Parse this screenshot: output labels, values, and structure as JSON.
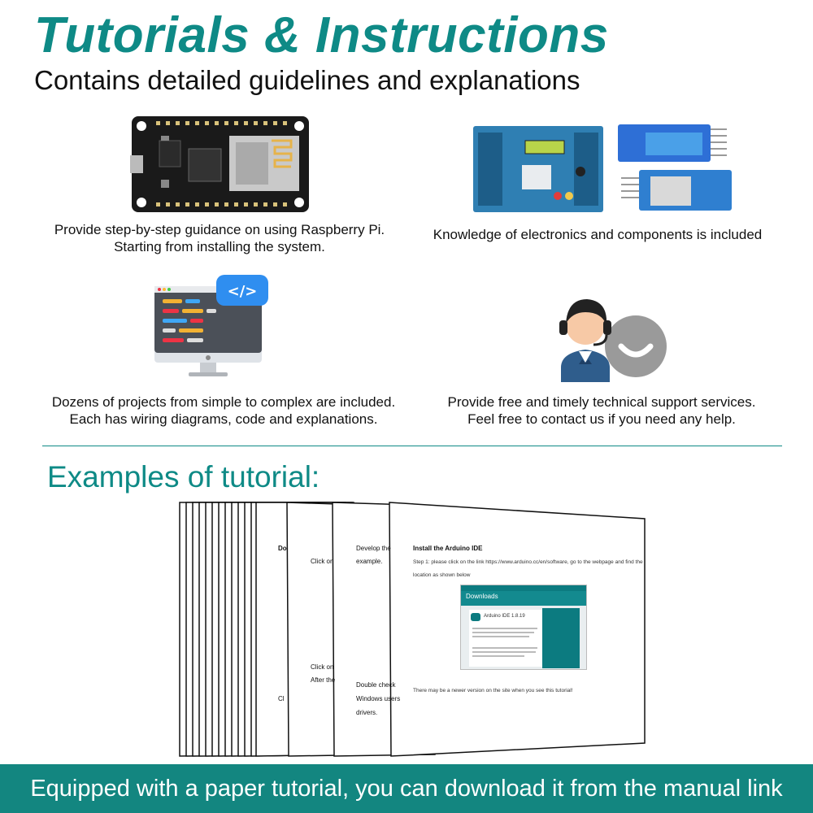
{
  "header": {
    "title": "Tutorials & Instructions",
    "subtitle": "Contains detailed guidelines and explanations"
  },
  "features": [
    {
      "line1": "Provide step-by-step guidance on using Raspberry Pi.",
      "line2": "Starting from installing the system."
    },
    {
      "line1": "Knowledge of electronics and components is included",
      "line2": ""
    },
    {
      "line1": "Dozens of projects from simple to complex are included.",
      "line2": "Each has wiring diagrams, code and explanations."
    },
    {
      "line1": "Provide free and timely technical support services.",
      "line2": "Feel free to contact us if you need any help."
    }
  ],
  "examples": {
    "heading": "Examples of tutorial:",
    "front_page": {
      "heading": "Install the Arduino IDE",
      "line1": "Step 1: please click on the link https://www.arduino.cc/en/software, go to the webpage and find the",
      "line2": "location as shown below",
      "downloads_title": "Downloads",
      "product": "Arduino IDE 1.8.19",
      "footer_line": "There may be a newer version on the site when you see this tutorial!"
    },
    "page3_lines": [
      "Develop the",
      "example.",
      "Double check",
      "Windows users",
      "drivers."
    ],
    "page2_lines": [
      "Click on",
      "Click on",
      "After the"
    ],
    "page1_lines": [
      "Do",
      "Cl"
    ]
  },
  "footer": {
    "text": "Equipped with a paper tutorial, you can download it from the manual link"
  },
  "colors": {
    "accent": "#0e8a86",
    "footer_bg": "#138680"
  }
}
